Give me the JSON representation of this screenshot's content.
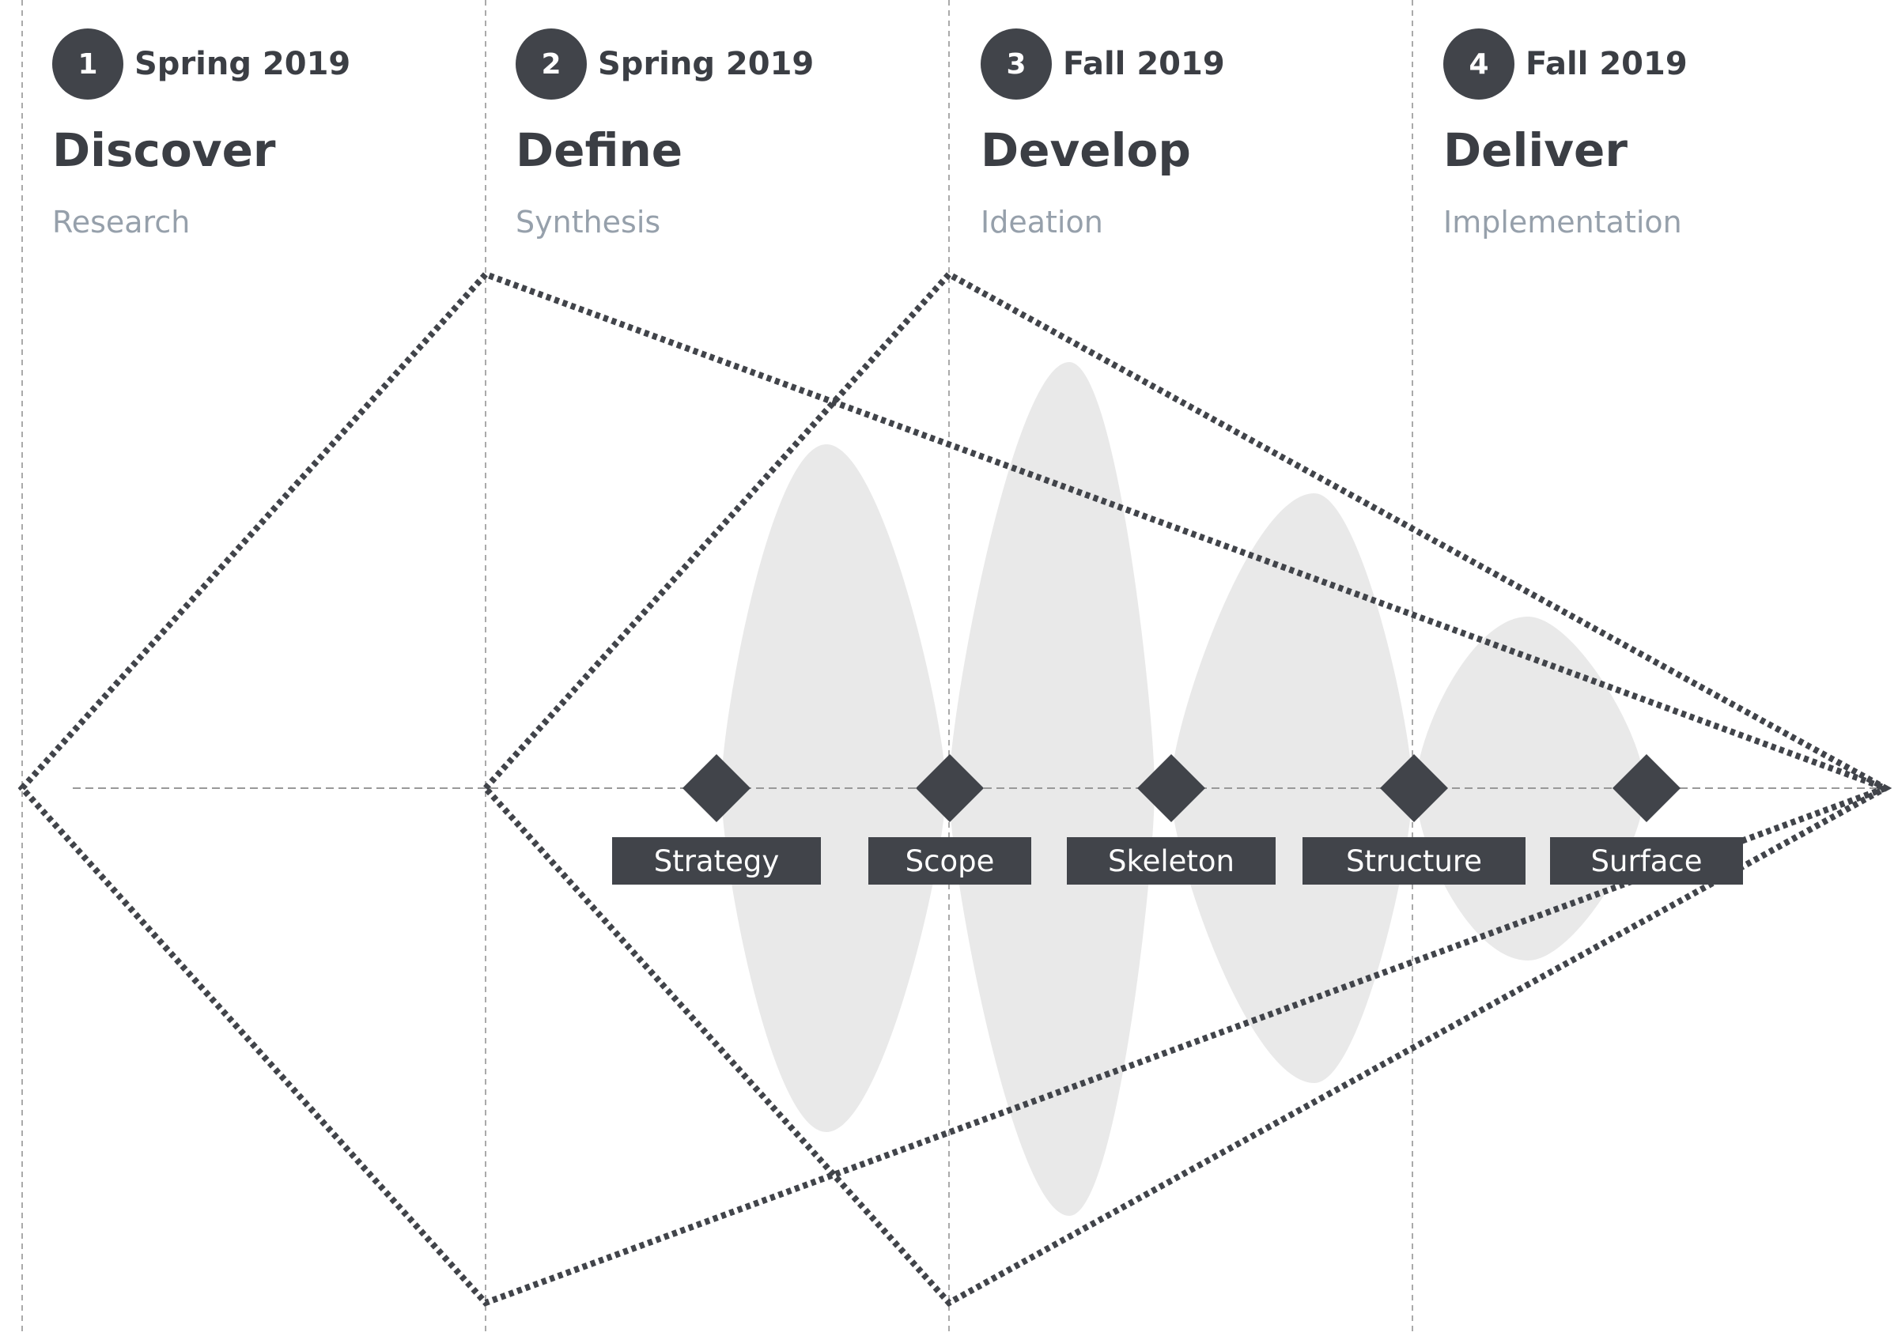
{
  "phases": [
    {
      "number": "1",
      "date": "Spring 2019",
      "title": "Discover",
      "subtitle": "Research"
    },
    {
      "number": "2",
      "date": "Spring 2019",
      "title": "Define",
      "subtitle": "Synthesis"
    },
    {
      "number": "3",
      "date": "Fall 2019",
      "title": "Develop",
      "subtitle": "Ideation"
    },
    {
      "number": "4",
      "date": "Fall 2019",
      "title": "Deliver",
      "subtitle": "Implementation"
    }
  ],
  "planes": [
    {
      "label": "Strategy"
    },
    {
      "label": "Scope"
    },
    {
      "label": "Skeleton"
    },
    {
      "label": "Structure"
    },
    {
      "label": "Surface"
    }
  ],
  "colors": {
    "dark": "#41444a",
    "subtitle": "#96a0ab",
    "blob": "#e9e9e9",
    "gridline": "#aaaaaa"
  }
}
